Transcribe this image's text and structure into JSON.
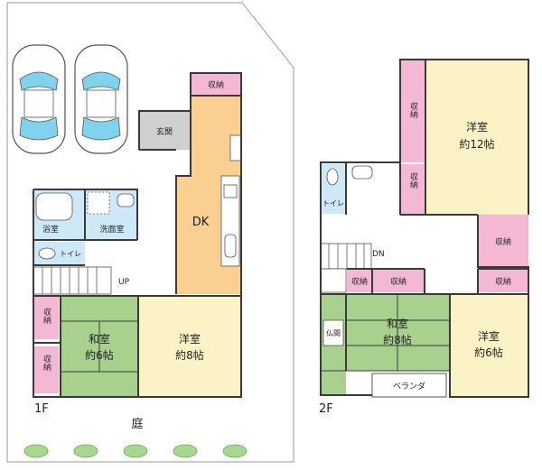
{
  "floor1": {
    "floor_label": "1F",
    "rooms": {
      "storage_top": "収納",
      "entrance": "玄関",
      "dk": "DK",
      "bath": "浴室",
      "washroom": "洗面室",
      "toilet": "トイレ",
      "washitsu_line1": "和室",
      "washitsu_line2": "約6帖",
      "youshitsu_line1": "洋室",
      "youshitsu_line2": "約8帖",
      "storage_left_1": "収納",
      "storage_left_2": "収納"
    },
    "stair_label": "UP",
    "garden_label": "庭"
  },
  "floor2": {
    "floor_label": "2F",
    "rooms": {
      "storage_left_tall": "収納",
      "storage_small": "収納",
      "youshitsu12_line1": "洋室",
      "youshitsu12_line2": "約12帖",
      "toilet": "トイレ",
      "storage_right": "収納",
      "storage_mid_1": "収納",
      "storage_mid_2": "収納",
      "storage_mid_3": "収納",
      "butsuma": "仏間",
      "washitsu_line1": "和室",
      "washitsu_line2": "約8帖",
      "youshitsu6_line1": "洋室",
      "youshitsu6_line2": "約6帖",
      "veranda": "ベランダ"
    },
    "stair_label": "DN"
  },
  "colors": {
    "storage": "#f4b8d4",
    "japanese_room": "#a9d18e",
    "western_room": "#fbf3c6",
    "dk": "#f9cf92",
    "entrance": "#d0d0d0",
    "water": "#cde9f7",
    "car_body": "#ffffff",
    "car_glass": "#7fd3ec",
    "shrub": "#a8d88e",
    "wall": "#3a3a3a"
  }
}
